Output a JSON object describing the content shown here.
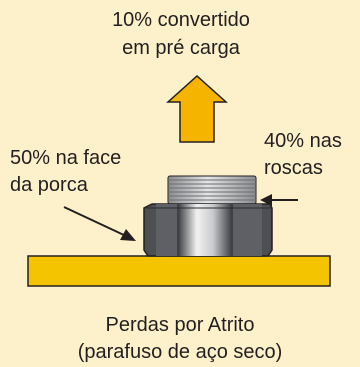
{
  "labels": {
    "top_line1": "10% convertido",
    "top_line2": "em pré carga",
    "left_line1": "50% na face",
    "left_line2": "da porca",
    "right_line1": "40% nas",
    "right_line2": "roscas",
    "bottom_line1": "Perdas por Atrito",
    "bottom_line2": "(parafuso de aço seco)"
  },
  "colors": {
    "background": "#fdf1cc",
    "arrow_fill": "#f5b400",
    "plate_fill": "#f5c400",
    "nut_fill": "#4d4f53",
    "thread_fill": "#b8b9bb"
  }
}
